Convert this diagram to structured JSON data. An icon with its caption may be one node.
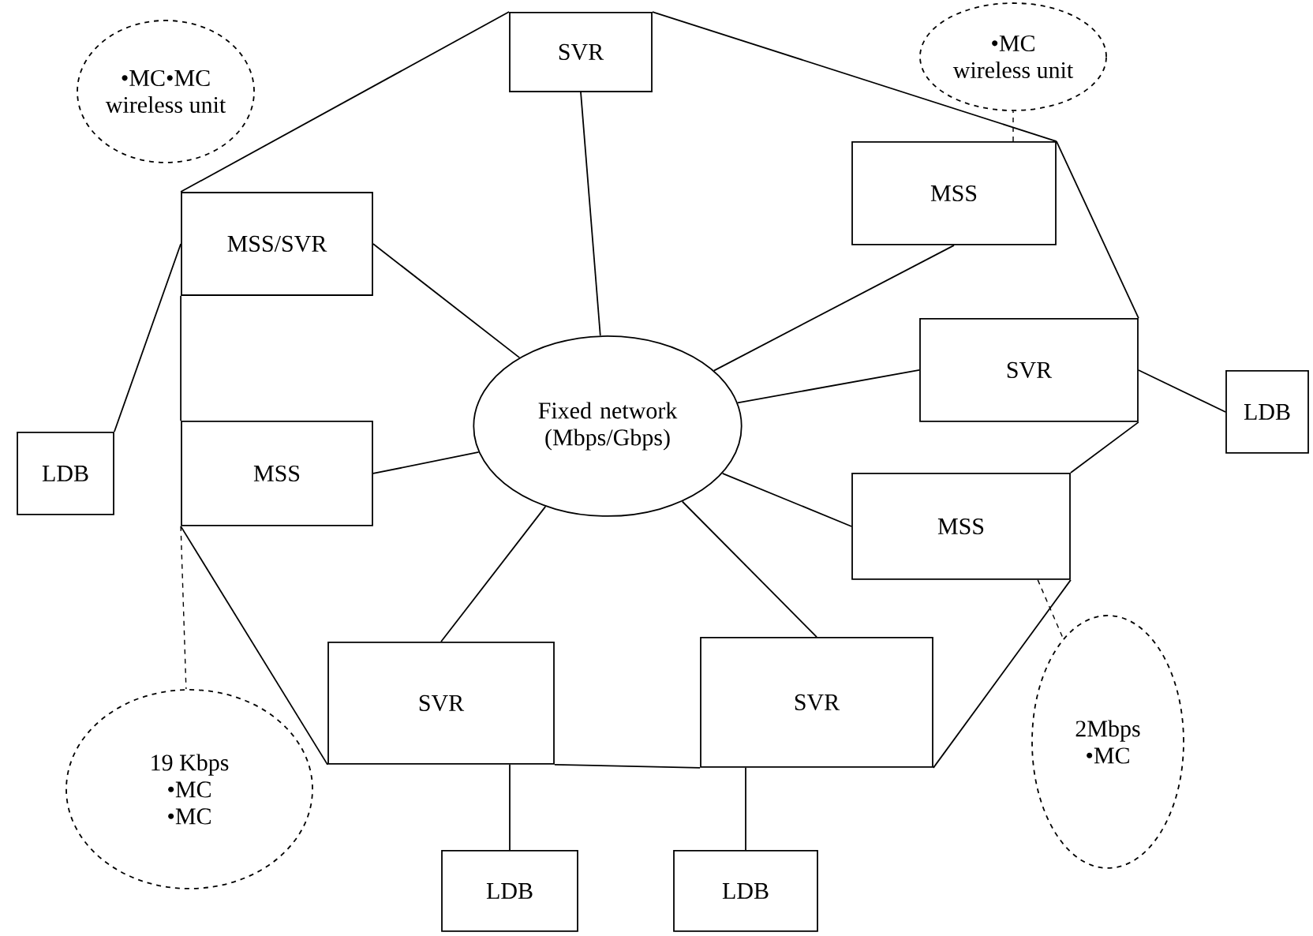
{
  "diagram": {
    "nodes": [
      {
        "text": [
          "SVR"
        ]
      },
      {
        "text": [
          "MSS/SVR"
        ]
      },
      {
        "text": [
          "MSS"
        ]
      },
      {
        "text": [
          "SVR"
        ]
      },
      {
        "text": [
          "Fixed network (Mbps/Gbps)"
        ]
      },
      {
        "text": [
          "LDB"
        ]
      },
      {
        "text": [
          "MSS"
        ]
      },
      {
        "text": [
          "LDB"
        ]
      },
      {
        "text": [
          "MSS"
        ]
      },
      {
        "text": [
          "SVR"
        ]
      },
      {
        "text": [
          "SVR"
        ]
      },
      {
        "text": [
          "LDB"
        ]
      },
      {
        "text": [
          "LDB"
        ]
      },
      {
        "text": [
          "•MC•MC",
          "wireless unit"
        ]
      },
      {
        "text": [
          "•MC",
          "wireless unit"
        ]
      },
      {
        "text": [
          "19 Kbps",
          "•MC",
          "•MC"
        ]
      },
      {
        "text": [
          "2Mbps",
          "•MC"
        ]
      }
    ],
    "edges": [
      {
        "from": 0,
        "to": 4,
        "arrow": "none"
      },
      {
        "from": 1,
        "to": 4,
        "arrow": "none"
      },
      {
        "from": 2,
        "to": 4,
        "arrow": "none"
      },
      {
        "from": 3,
        "to": 4,
        "arrow": "none"
      },
      {
        "from": 6,
        "to": 4,
        "arrow": "none"
      },
      {
        "from": 8,
        "to": 4,
        "arrow": "none"
      },
      {
        "from": 9,
        "to": 4,
        "arrow": "none"
      },
      {
        "from": 10,
        "to": 4,
        "arrow": "none"
      },
      {
        "from": 3,
        "to": 7,
        "arrow": "none"
      },
      {
        "from": 9,
        "to": 11,
        "arrow": "none"
      },
      {
        "from": 10,
        "to": 12,
        "arrow": "none"
      },
      {
        "from": 1,
        "to": 0,
        "arrow": "none"
      },
      {
        "from": 0,
        "to": 2,
        "arrow": "none"
      },
      {
        "from": 2,
        "to": 3,
        "arrow": "none"
      },
      {
        "from": 3,
        "to": 8,
        "arrow": "none"
      },
      {
        "from": 8,
        "to": 10,
        "arrow": "none"
      },
      {
        "from": 10,
        "to": 9,
        "arrow": "none"
      },
      {
        "from": 9,
        "to": 6,
        "arrow": "none"
      },
      {
        "from": 1,
        "to": 6,
        "arrow": "none"
      },
      {
        "from": 5,
        "to": 1,
        "arrow": "none"
      },
      {
        "from": 6,
        "to": 15,
        "arrow": "none",
        "style": "dashed"
      },
      {
        "from": 8,
        "to": 16,
        "arrow": "none",
        "style": "dashed"
      },
      {
        "from": 2,
        "to": 14,
        "arrow": "none",
        "style": "dashed"
      }
    ]
  }
}
